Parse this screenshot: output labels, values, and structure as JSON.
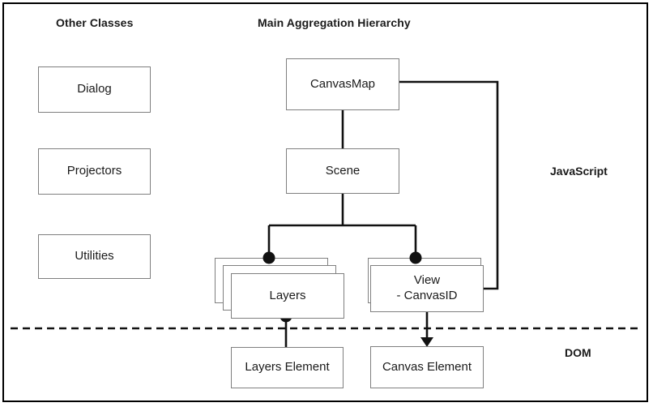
{
  "diagram": {
    "headings": {
      "other_classes": "Other Classes",
      "main_hierarchy": "Main Aggregation Hierarchy"
    },
    "layer_labels": {
      "javascript": "JavaScript",
      "dom": "DOM"
    },
    "other_classes": [
      {
        "id": "dialog",
        "label": "Dialog"
      },
      {
        "id": "projectors",
        "label": "Projectors"
      },
      {
        "id": "utilities",
        "label": "Utilities"
      }
    ],
    "hierarchy": {
      "canvasmap": {
        "label": "CanvasMap"
      },
      "scene": {
        "label": "Scene"
      },
      "layers": {
        "label": "Layers",
        "stacked": true,
        "stack_count": 3
      },
      "view": {
        "label": "View\n- CanvasID",
        "stacked": true,
        "stack_count": 2
      }
    },
    "dom_elements": [
      {
        "id": "layers-element",
        "label": "Layers Element"
      },
      {
        "id": "canvas-element",
        "label": "Canvas Element"
      }
    ],
    "boundary": {
      "style": "dashed",
      "separates": "JavaScript / DOM"
    },
    "relationships": [
      {
        "from": "canvasmap",
        "to": "scene",
        "type": "association"
      },
      {
        "from": "canvasmap",
        "to": "view",
        "type": "association-routed-right"
      },
      {
        "from": "scene",
        "to": "layers",
        "type": "composition"
      },
      {
        "from": "scene",
        "to": "view",
        "type": "composition"
      },
      {
        "from": "layers",
        "to": "layers-element",
        "type": "composition"
      },
      {
        "from": "view",
        "to": "canvas-element",
        "type": "directed-association"
      }
    ],
    "colors": {
      "box_border": "#7f7f7f",
      "connector": "#111111",
      "frame_border": "#000000",
      "background": "#ffffff",
      "text": "#1a1a1a"
    }
  }
}
